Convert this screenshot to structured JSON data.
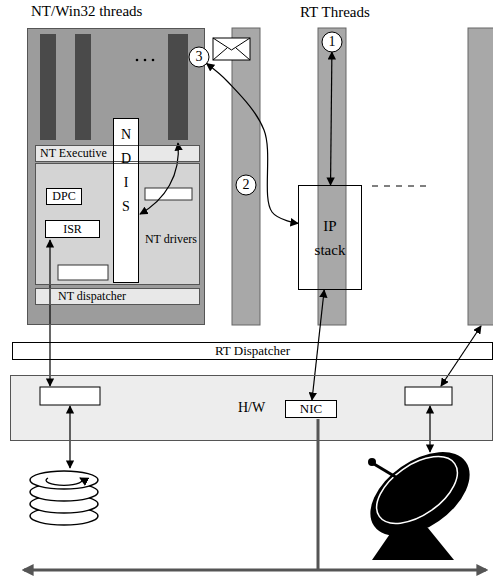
{
  "diagram": {
    "nodes": [
      {
        "text": [
          "NT/Win32 threads"
        ]
      },
      {
        "text": [
          "NT Executive"
        ],
        "in": 0
      },
      {
        "text": [
          "NT drivers"
        ],
        "in": 0
      },
      {
        "text": [
          "DPC"
        ],
        "in": 2
      },
      {
        "text": [
          "ISR"
        ],
        "in": 2
      },
      {
        "text": [
          "N D I S"
        ],
        "in": 0
      },
      {
        "text": [
          "NT dispatcher"
        ],
        "in": 0
      },
      {
        "text": [
          "1"
        ]
      },
      {
        "text": [
          "2"
        ]
      },
      {
        "text": [
          "3"
        ]
      },
      {
        "text": [
          "IP stack"
        ]
      },
      {
        "text": [
          "RT Dispatcher"
        ]
      },
      {
        "text": [
          "H/W"
        ]
      },
      {
        "text": [
          "NIC"
        ],
        "in": 12
      }
    ],
    "edges": [
      {
        "from": 7,
        "to": 10,
        "arrow": "both"
      },
      {
        "from": 10,
        "to": 13,
        "arrow": "both"
      },
      {
        "from": 10,
        "to": 9,
        "arrow": "both"
      }
    ],
    "labels": [
      "RT Threads"
    ]
  }
}
